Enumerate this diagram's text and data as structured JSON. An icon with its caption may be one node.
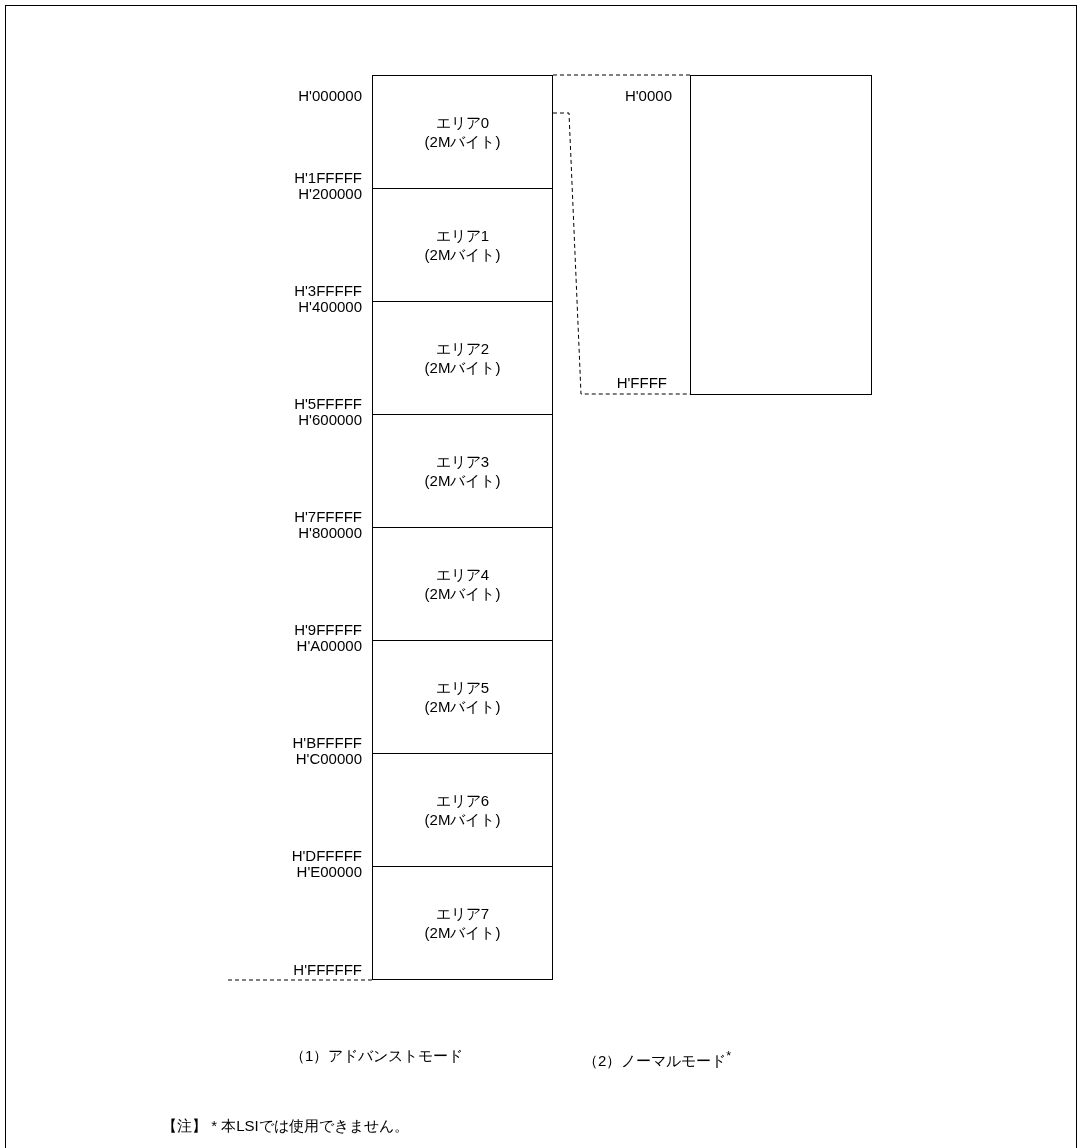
{
  "diagram": {
    "nodes": [
      {
        "text": [
          "エリア0",
          "(2Mバイト)"
        ]
      },
      {
        "text": [
          "エリア1",
          "(2Mバイト)"
        ]
      },
      {
        "text": [
          "エリア2",
          "(2Mバイト)"
        ]
      },
      {
        "text": [
          "エリア3",
          "(2Mバイト)"
        ]
      },
      {
        "text": [
          "エリア4",
          "(2Mバイト)"
        ]
      },
      {
        "text": [
          "エリア5",
          "(2Mバイト)"
        ]
      },
      {
        "text": [
          "エリア6",
          "(2Mバイト)"
        ]
      },
      {
        "text": [
          "エリア7",
          "(2Mバイト)"
        ]
      },
      {
        "text": [],
        "shape": "box"
      }
    ],
    "edges": [
      {
        "from": 0,
        "to": 8,
        "arrow": "none",
        "style": "dashed"
      },
      {
        "from": 0,
        "to": 8,
        "arrow": "none",
        "style": "dashed"
      }
    ],
    "labels": [
      "H'000000",
      "H'0000",
      "H'1FFFFF",
      "H'200000",
      "H'3FFFFF",
      "H'400000",
      "H'FFFF",
      "H'5FFFFF",
      "H'600000",
      "H'7FFFFF",
      "H'800000",
      "H'9FFFFF",
      "H'A00000",
      "H'BFFFFF",
      "H'C00000",
      "H'DFFFFF",
      "H'E00000",
      "H'FFFFFF",
      "（1）アドバンストモード",
      "（2）ノーマルモード$^{*}$",
      "【注】 * 本LSIでは使用できません。"
    ]
  }
}
